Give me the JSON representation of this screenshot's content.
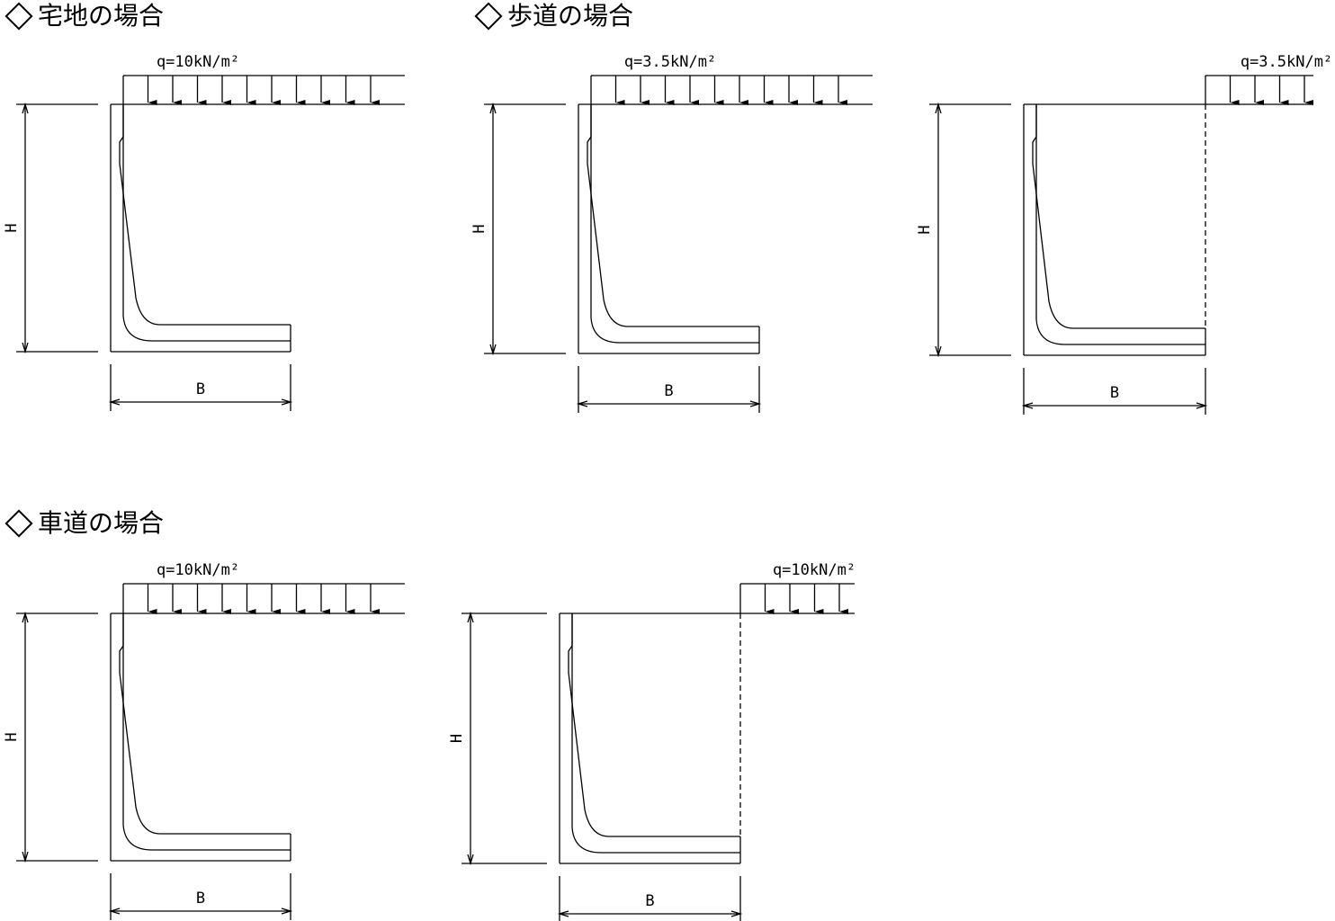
{
  "sections": {
    "residential": {
      "title": "宅地の場合"
    },
    "sidewalk": {
      "title": "歩道の場合"
    },
    "roadway": {
      "title": "車道の場合"
    }
  },
  "diagrams": [
    {
      "id": "residential-full",
      "load_label": "q=10kN/m²",
      "load_type": "full",
      "height_label": "H",
      "width_label": "B"
    },
    {
      "id": "sidewalk-full",
      "load_label": "q=3.5kN/m²",
      "load_type": "full",
      "height_label": "H",
      "width_label": "B"
    },
    {
      "id": "sidewalk-partial",
      "load_label": "q=3.5kN/m²",
      "load_type": "beyond-heel",
      "height_label": "H",
      "width_label": "B"
    },
    {
      "id": "roadway-full",
      "load_label": "q=10kN/m²",
      "load_type": "full",
      "height_label": "H",
      "width_label": "B"
    },
    {
      "id": "roadway-partial",
      "load_label": "q=10kN/m²",
      "load_type": "beyond-heel",
      "height_label": "H",
      "width_label": "B"
    }
  ]
}
